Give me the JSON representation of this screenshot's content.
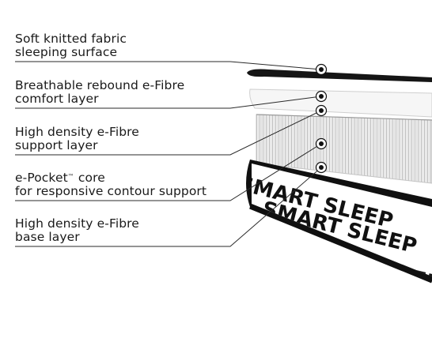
{
  "layers": [
    {
      "line1": "Soft knitted fabric",
      "line2": "sleeping surface"
    },
    {
      "line1": "Breathable rebound e-Fibre",
      "line2": "comfort layer"
    },
    {
      "line1": "High density e-Fibre",
      "line2": "support layer"
    },
    {
      "line1_pre": "e-Pocket",
      "line1_sup": "™",
      "line1_post": " core",
      "line2": "for responsive contour support"
    },
    {
      "line1": "High density e-Fibre",
      "line2": "base layer"
    }
  ],
  "brand_print": "SMART SLEEP"
}
